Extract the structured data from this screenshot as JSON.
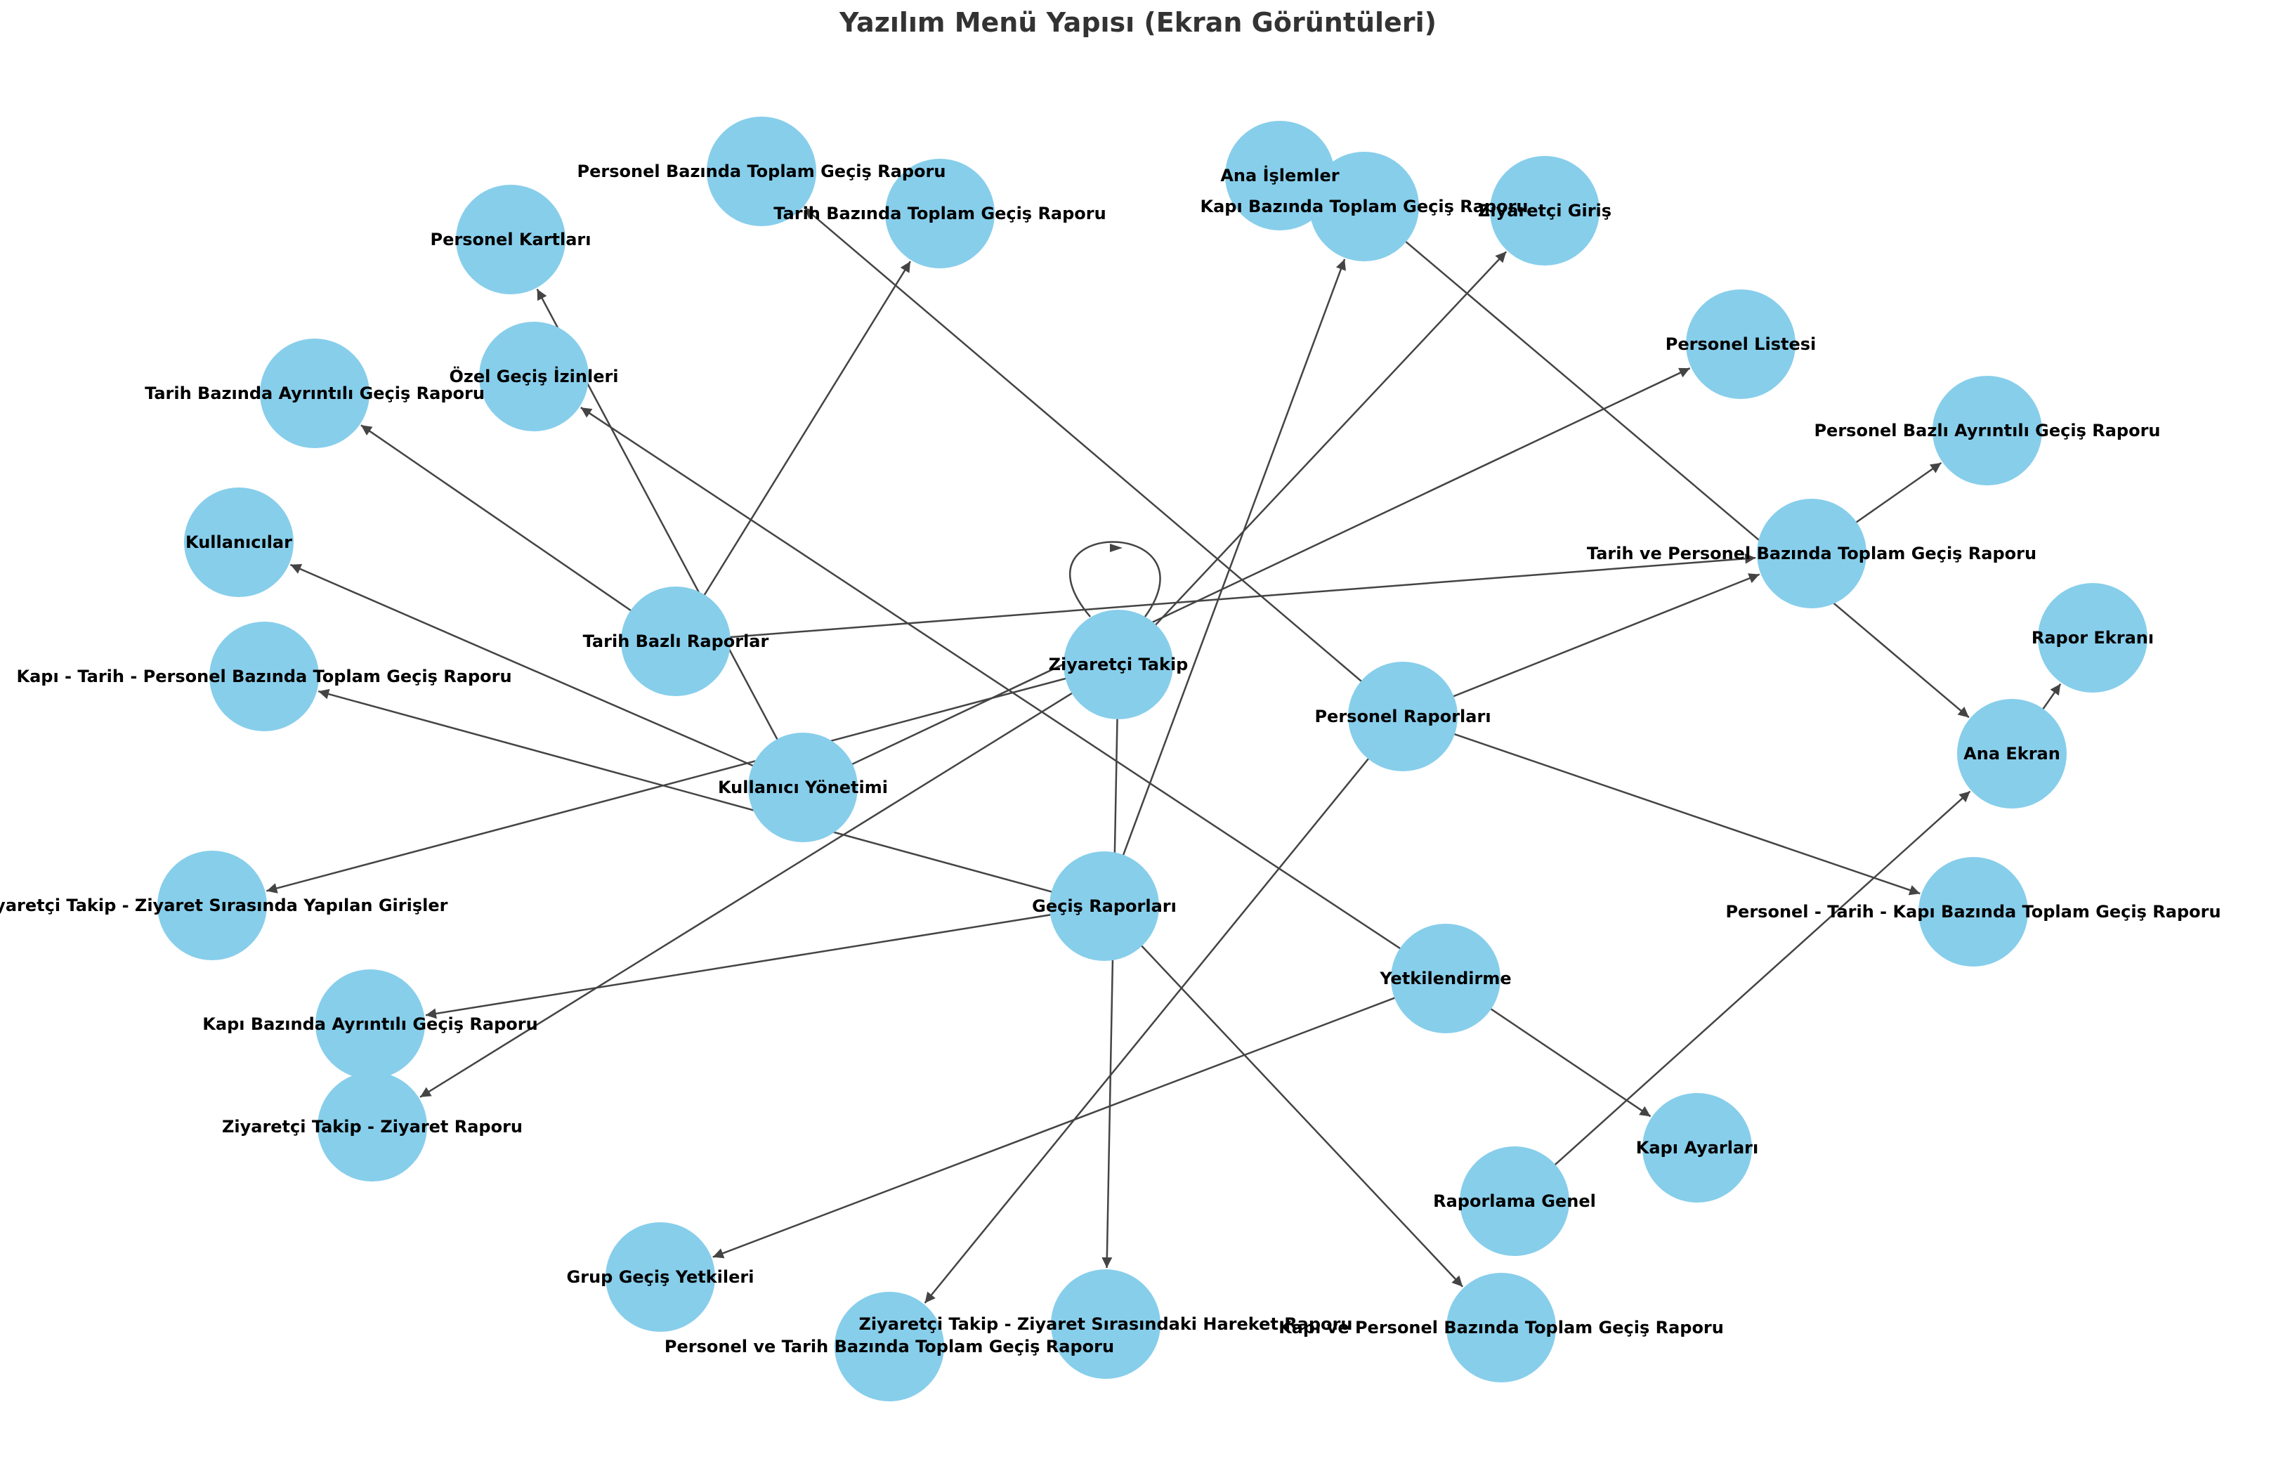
{
  "title": "Yazılım Menü Yapısı (Ekran Görüntüleri)",
  "colors": {
    "node": "#87CEEB",
    "edge": "#444444",
    "text": "#000000",
    "title": "#333333"
  },
  "nodes": [
    {
      "id": "personel_bazinda_toplam",
      "label": "Personel Bazında Toplam Geçiş Raporu"
    },
    {
      "id": "tarih_bazinda_toplam",
      "label": "Tarih Bazında Toplam Geçiş Raporu"
    },
    {
      "id": "ana_islemler",
      "label": "Ana İşlemler"
    },
    {
      "id": "kapi_bazinda_toplam",
      "label": "Kapı Bazında Toplam Geçiş Raporu"
    },
    {
      "id": "ziyaretci_giris",
      "label": "Ziyaretçi Giriş"
    },
    {
      "id": "personel_kartlari",
      "label": "Personel Kartları"
    },
    {
      "id": "ozel_gecis_izinleri",
      "label": "Özel Geçiş İzinleri"
    },
    {
      "id": "tarih_bazinda_ayrintili",
      "label": "Tarih Bazında Ayrıntılı Geçiş Raporu"
    },
    {
      "id": "personel_listesi",
      "label": "Personel Listesi"
    },
    {
      "id": "personel_bazli_ayrintili",
      "label": "Personel Bazlı Ayrıntılı Geçiş Raporu"
    },
    {
      "id": "kullanicilar",
      "label": "Kullanıcılar"
    },
    {
      "id": "tarih_ve_personel_toplam",
      "label": "Tarih ve Personel Bazında Toplam Geçiş Raporu"
    },
    {
      "id": "tarih_bazli_raporlar",
      "label": "Tarih Bazlı Raporlar"
    },
    {
      "id": "rapor_ekrani",
      "label": "Rapor Ekranı"
    },
    {
      "id": "ziyaretci_takip",
      "label": "Ziyaretçi Takip"
    },
    {
      "id": "kapi_tarih_personel_toplam",
      "label": "Kapı - Tarih - Personel Bazında Toplam Geçiş Raporu"
    },
    {
      "id": "personel_raporlari",
      "label": "Personel Raporları"
    },
    {
      "id": "ana_ekran",
      "label": "Ana Ekran"
    },
    {
      "id": "kullanici_yonetimi",
      "label": "Kullanıcı Yönetimi"
    },
    {
      "id": "ziyaretci_takip_girisler",
      "label": "Ziyaretçi Takip - Ziyaret Sırasında Yapılan Girişler"
    },
    {
      "id": "gecis_raporlari",
      "label": "Geçiş Raporları"
    },
    {
      "id": "personel_tarih_kapi_toplam",
      "label": "Personel - Tarih - Kapı Bazında Toplam Geçiş Raporu"
    },
    {
      "id": "yetkilendirme",
      "label": "Yetkilendirme"
    },
    {
      "id": "kapi_bazinda_ayrintili",
      "label": "Kapı Bazında Ayrıntılı Geçiş Raporu"
    },
    {
      "id": "ziyaretci_takip_ziyaret_raporu",
      "label": "Ziyaretçi Takip - Ziyaret Raporu"
    },
    {
      "id": "kapi_ayarlari",
      "label": "Kapı Ayarları"
    },
    {
      "id": "raporlama_genel",
      "label": "Raporlama Genel"
    },
    {
      "id": "grup_gecis_yetkileri",
      "label": "Grup Geçiş Yetkileri"
    },
    {
      "id": "ziyaretci_takip_hareket",
      "label": "Ziyaretçi Takip - Ziyaret Sırasındaki Hareket Raporu"
    },
    {
      "id": "kapi_ve_personel_toplam",
      "label": "Kapı ve Personel Bazında Toplam Geçiş Raporu"
    },
    {
      "id": "personel_ve_tarih_toplam",
      "label": "Personel ve Tarih Bazında Toplam Geçiş Raporu"
    }
  ],
  "edges": [
    {
      "from": "ziyaretci_takip",
      "to": "ziyaretci_takip"
    },
    {
      "from": "ziyaretci_takip",
      "to": "ziyaretci_giris"
    },
    {
      "from": "ziyaretci_takip",
      "to": "ziyaretci_takip_girisler"
    },
    {
      "from": "ziyaretci_takip",
      "to": "ziyaretci_takip_ziyaret_raporu"
    },
    {
      "from": "ziyaretci_takip",
      "to": "ziyaretci_takip_hareket"
    },
    {
      "from": "tarih_bazli_raporlar",
      "to": "tarih_bazinda_toplam"
    },
    {
      "from": "tarih_bazli_raporlar",
      "to": "tarih_bazinda_ayrintili"
    },
    {
      "from": "tarih_bazli_raporlar",
      "to": "tarih_ve_personel_toplam"
    },
    {
      "from": "kullanici_yonetimi",
      "to": "personel_kartlari"
    },
    {
      "from": "kullanici_yonetimi",
      "to": "kullanicilar"
    },
    {
      "from": "kullanici_yonetimi",
      "to": "personel_listesi"
    },
    {
      "from": "personel_raporlari",
      "to": "personel_bazinda_toplam"
    },
    {
      "from": "personel_raporlari",
      "to": "tarih_ve_personel_toplam"
    },
    {
      "from": "personel_raporlari",
      "to": "personel_tarih_kapi_toplam"
    },
    {
      "from": "personel_raporlari",
      "to": "personel_ve_tarih_toplam"
    },
    {
      "from": "gecis_raporlari",
      "to": "kapi_bazinda_toplam"
    },
    {
      "from": "gecis_raporlari",
      "to": "kapi_tarih_personel_toplam"
    },
    {
      "from": "gecis_raporlari",
      "to": "kapi_bazinda_ayrintili"
    },
    {
      "from": "gecis_raporlari",
      "to": "kapi_ve_personel_toplam"
    },
    {
      "from": "yetkilendirme",
      "to": "ozel_gecis_izinleri"
    },
    {
      "from": "yetkilendirme",
      "to": "kapi_ayarlari"
    },
    {
      "from": "yetkilendirme",
      "to": "grup_gecis_yetkileri"
    },
    {
      "from": "kapi_bazinda_toplam",
      "to": "ana_ekran"
    },
    {
      "from": "ana_ekran",
      "to": "rapor_ekrani"
    },
    {
      "from": "tarih_ve_personel_toplam",
      "to": "personel_bazli_ayrintili"
    },
    {
      "from": "raporlama_genel",
      "to": "ana_ekran"
    }
  ]
}
